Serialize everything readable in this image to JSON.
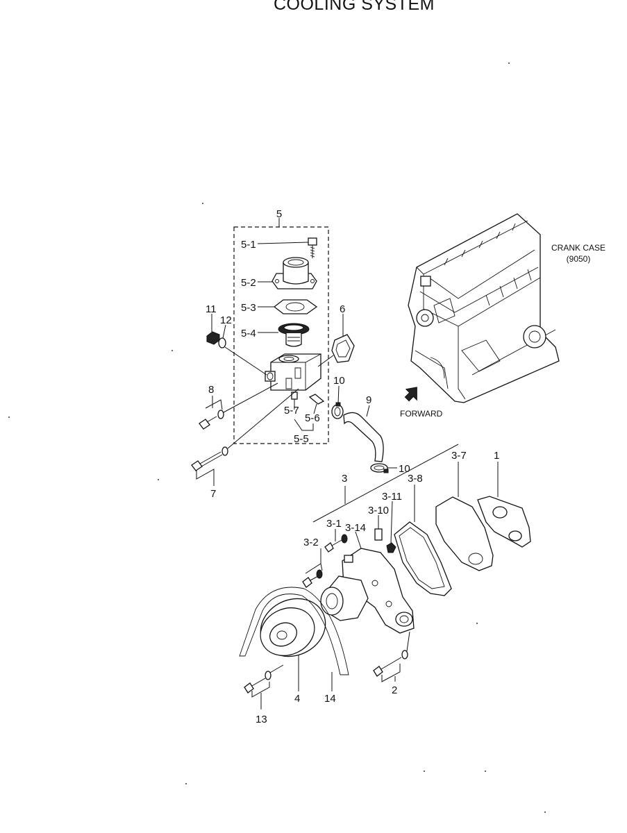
{
  "title": "COOLING SYSTEM",
  "crankcase": {
    "label": "CRANK CASE",
    "code": "(9050)"
  },
  "forward": "FORWARD",
  "callouts": {
    "c1": "1",
    "c2": "2",
    "c3": "3",
    "c3_1": "3-1",
    "c3_2": "3-2",
    "c3_7": "3-7",
    "c3_8": "3-8",
    "c3_10": "3-10",
    "c3_11": "3-11",
    "c3_14": "3-14",
    "c4": "4",
    "c5": "5",
    "c5_1": "5-1",
    "c5_2": "5-2",
    "c5_3": "5-3",
    "c5_4": "5-4",
    "c5_5": "5-5",
    "c5_6": "5-6",
    "c5_7": "5-7",
    "c6": "6",
    "c7": "7",
    "c8": "8",
    "c9": "9",
    "c10a": "10",
    "c10b": "10",
    "c11": "11",
    "c12": "12",
    "c13": "13",
    "c14": "14"
  }
}
